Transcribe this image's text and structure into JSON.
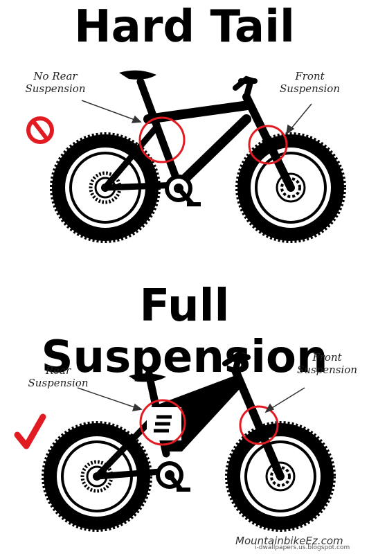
{
  "hardtail": {
    "title": "Hard Tail",
    "rear_label_line1": "No Rear",
    "rear_label_line2": "Suspension",
    "front_label_line1": "Front",
    "front_label_line2": "Suspension"
  },
  "fullsus": {
    "title": "Full Suspension",
    "rear_label_line1": "Rear",
    "rear_label_line2": "Suspension",
    "front_label_line1": "Front",
    "front_label_line2": "Suspension"
  },
  "footer": {
    "brand": "MountainbikeEz.com",
    "watermark": "i-dwallpapers.us.blogspot.com"
  },
  "colors": {
    "circle": "#e21b23",
    "no_icon": "#e21b23",
    "check": "#e21b23"
  }
}
